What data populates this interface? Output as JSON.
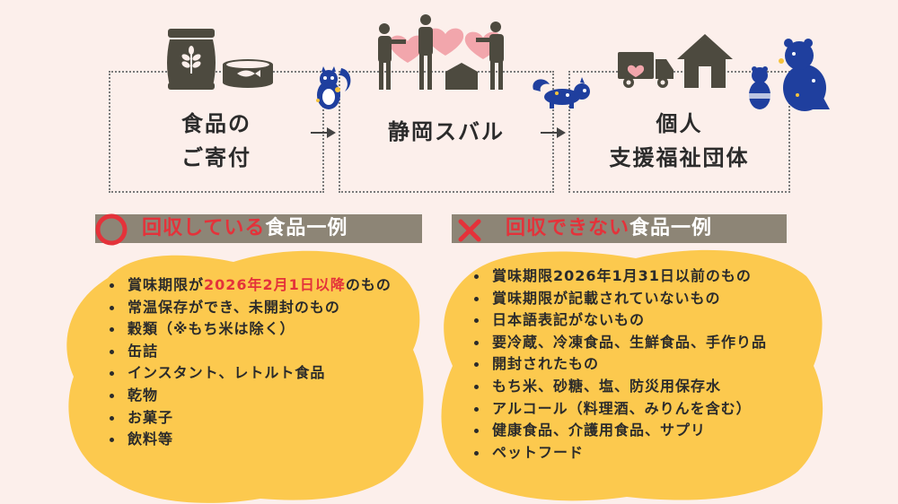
{
  "flow": {
    "donation": {
      "line1": "食品の",
      "line2": "ご寄付"
    },
    "org": {
      "label": "静岡スバル"
    },
    "recipients": {
      "line1": "個人",
      "line2": "支援福祉団体"
    }
  },
  "accepted": {
    "header_red": "回収している",
    "header_white": "食品一例",
    "items": [
      {
        "pre": "賞味期限が",
        "hl": "2026年2月1日以降",
        "post": "のもの"
      },
      {
        "pre": "常温保存ができ、未開封のもの",
        "hl": "",
        "post": ""
      },
      {
        "pre": "穀類（※もち米は除く）",
        "hl": "",
        "post": ""
      },
      {
        "pre": "缶詰",
        "hl": "",
        "post": ""
      },
      {
        "pre": "インスタント、レトルト食品",
        "hl": "",
        "post": ""
      },
      {
        "pre": "乾物",
        "hl": "",
        "post": ""
      },
      {
        "pre": "お菓子",
        "hl": "",
        "post": ""
      },
      {
        "pre": "飲料等",
        "hl": "",
        "post": ""
      }
    ]
  },
  "rejected": {
    "header_red": "回収できない",
    "header_white": "食品一例",
    "items": [
      "賞味期限2026年1月31日以前のもの",
      "賞味期限が記載されていないもの",
      "日本語表記がないもの",
      "要冷蔵、冷凍食品、生鮮食品、手作り品",
      "開封されたもの",
      "もち米、砂糖、塩、防災用保存水",
      "アルコール（料理酒、みりんを含む）",
      "健康食品、介護用食品、サプリ",
      "ペットフード"
    ]
  },
  "colors": {
    "background": "#fcefeb",
    "blob": "#fcc94e",
    "header_bar": "#8d8576",
    "accent_red": "#e4323a",
    "heart": "#f2a6ac",
    "mascot_blue": "#1f3f9e"
  },
  "icons": [
    "grain-sack-icon",
    "fish-can-icon",
    "people-sharing-icon",
    "truck-icon",
    "house-icon",
    "squirrel-mascot-icon",
    "bear-mascot-icon",
    "circle-ok-icon",
    "cross-ng-icon"
  ]
}
